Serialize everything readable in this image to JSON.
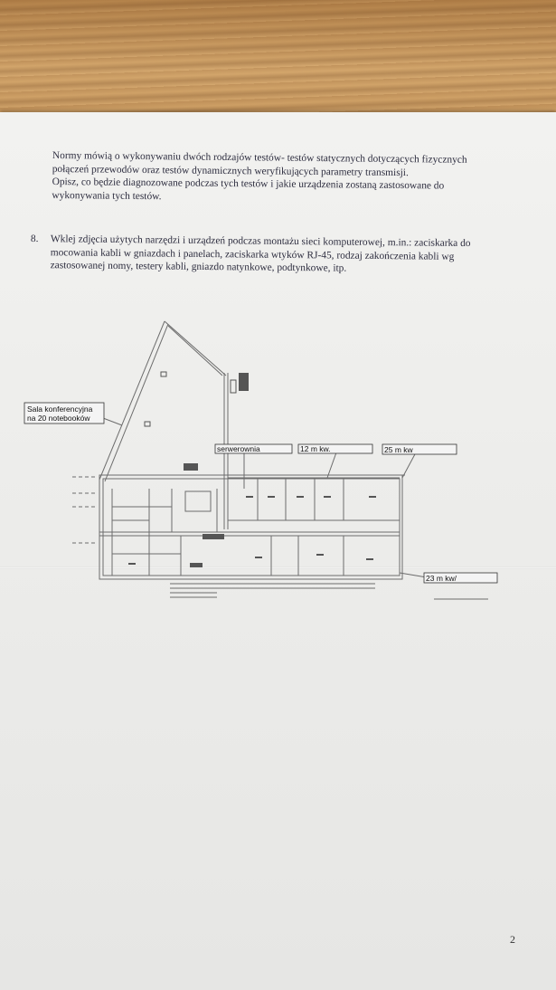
{
  "paragraph1": {
    "line1": "Normy mówią o wykonywaniu dwóch rodzajów testów- testów statycznych dotyczących fizycznych",
    "line2": "połączeń przewodów oraz testów dynamicznych weryfikujących parametry transmisji.",
    "line3": "Opisz, co będzie diagnozowane podczas tych testów i jakie urządzenia zostaną zastosowane do",
    "line4": "wykonywania tych testów."
  },
  "item8": {
    "number": "8.",
    "line1": "Wklej zdjęcia użytych narzędzi i urządzeń podczas montażu sieci komputerowej, m.in.: zaciskarka do",
    "line2": "mocowania kabli w gniazdach i panelach, zaciskarka wtyków RJ-45, rodzaj zakończenia kabli wg",
    "line3": "zastosowanej nomy, testery kabli, gniazdo natynkowe, podtynkowe,  itp."
  },
  "floorplan_labels": {
    "conference_line1": "Sala konferencyjna",
    "conference_line2": "na 20 notebooków",
    "server_room": "serwerownia",
    "room_12": "12 m kw.",
    "room_25": "25 m kw",
    "room_23": "23 m kw/"
  },
  "page_number": "2"
}
